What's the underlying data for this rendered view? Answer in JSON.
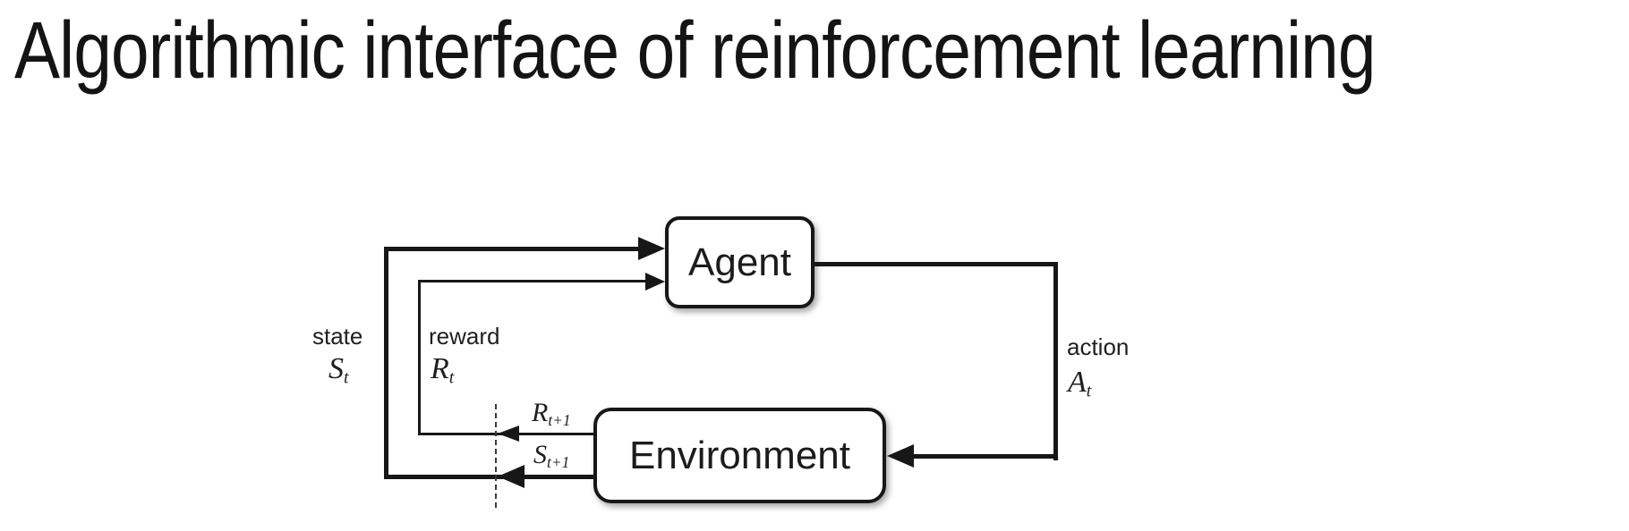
{
  "title": "Algorithmic interface of reinforcement learning",
  "diagram": {
    "agent_label": "Agent",
    "environment_label": "Environment",
    "state": {
      "label": "state",
      "base": "S",
      "sub": "t"
    },
    "reward": {
      "label": "reward",
      "base": "R",
      "sub": "t"
    },
    "action": {
      "label": "action",
      "base": "A",
      "sub": "t"
    },
    "next_reward": {
      "base": "R",
      "sub": "t+1"
    },
    "next_state": {
      "base": "S",
      "sub": "t+1"
    },
    "colors": {
      "background": "#ffffff",
      "line": "#171717",
      "text": "#1f1f1f",
      "box_fill": "#ffffff",
      "box_border": "#171717"
    }
  }
}
